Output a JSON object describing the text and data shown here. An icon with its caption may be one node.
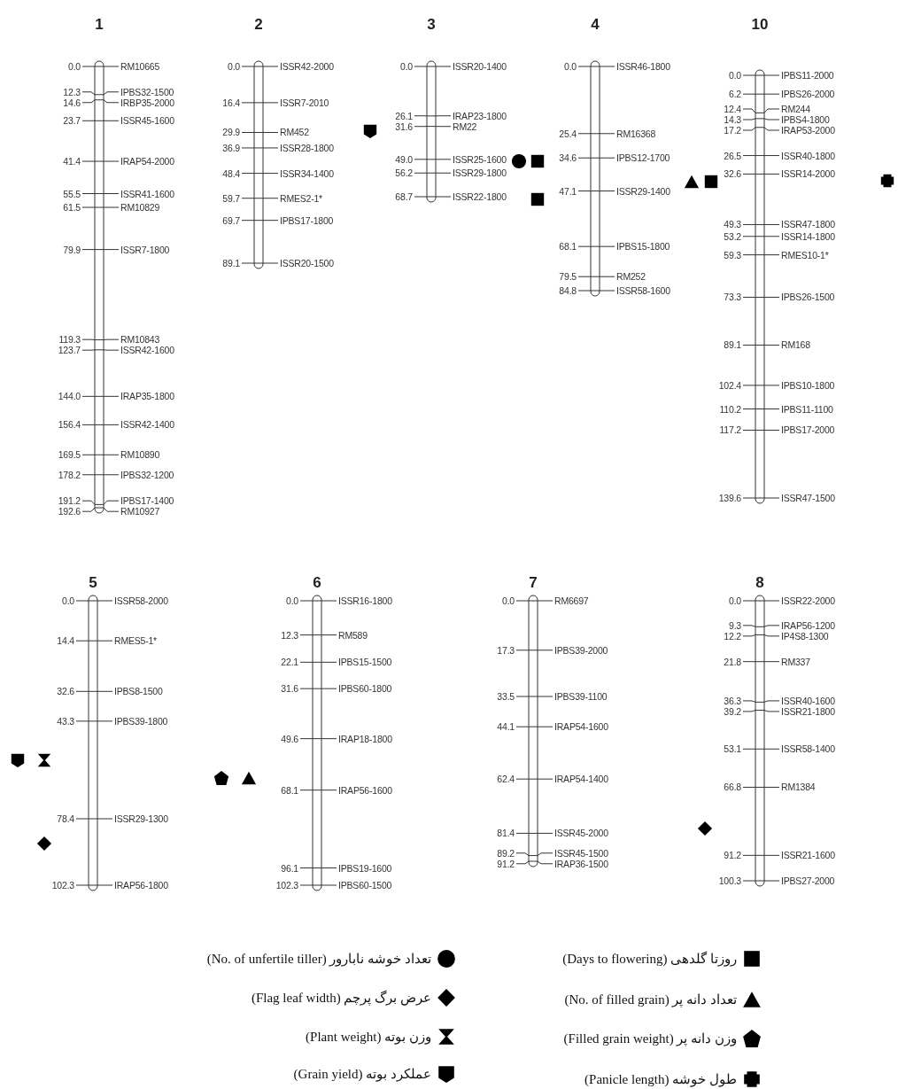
{
  "diagram": {
    "nodes": [
      {
        "text": [
          "1"
        ],
        "beside": [
          "0.0",
          "RM10665",
          "12.3",
          "IPBS32-1500",
          "14.6",
          "IRBP35-2000",
          "23.7",
          "ISSR45-1600",
          "41.4",
          "IRAP54-2000",
          "55.5",
          "ISSR41-1600",
          "61.5",
          "RM10829",
          "79.9",
          "ISSR7-1800",
          "119.3",
          "RM10843",
          "123.7",
          "ISSR42-1600",
          "144.0",
          "IRAP35-1800",
          "156.4",
          "ISSR42-1400",
          "169.5",
          "RM10890",
          "178.2",
          "IPBS32-1200",
          "191.2",
          "IPBS17-1400",
          "192.6",
          "RM10927"
        ]
      },
      {
        "text": [
          "2"
        ],
        "beside": [
          "0.0",
          "ISSR42-2000",
          "16.4",
          "ISSR7-2010",
          "29.9",
          "RM452",
          "36.9",
          "ISSR28-1800",
          "48.4",
          "ISSR34-1400",
          "59.7",
          "RMES2-1*",
          "69.7",
          "IPBS17-1800",
          "89.1",
          "ISSR20-1500"
        ]
      },
      {
        "text": [
          "3"
        ],
        "beside": [
          "0.0",
          "ISSR20-1400",
          "26.1",
          "IRAP23-1800",
          "31.6",
          "RM22",
          "49.0",
          "ISSR25-1600",
          "56.2",
          "ISSR29-1800",
          "68.7",
          "ISSR22-1800"
        ]
      },
      {
        "text": [
          "4"
        ],
        "beside": [
          "0.0",
          "ISSR46-1800",
          "25.4",
          "RM16368",
          "34.6",
          "IPBS12-1700",
          "47.1",
          "ISSR29-1400",
          "68.1",
          "IPBS15-1800",
          "79.5",
          "RM252",
          "84.8",
          "ISSR58-1600"
        ]
      },
      {
        "text": [
          "10"
        ],
        "beside": [
          "0.0",
          "IPBS11-2000",
          "6.2",
          "IPBS26-2000",
          "12.4",
          "RM244",
          "14.3",
          "IPBS4-1800",
          "17.2",
          "IRAP53-2000",
          "26.5",
          "ISSR40-1800",
          "32.6",
          "ISSR14-2000",
          "49.3",
          "ISSR47-1800",
          "53.2",
          "ISSR14-1800",
          "59.3",
          "RMES10-1*",
          "73.3",
          "IPBS26-1500",
          "89.1",
          "RM168",
          "102.4",
          "IPBS10-1800",
          "110.2",
          "IPBS11-1100",
          "117.2",
          "IPBS17-2000",
          "139.6",
          "ISSR47-1500"
        ]
      },
      {
        "text": [
          "5"
        ],
        "beside": [
          "0.0",
          "ISSR58-2000",
          "14.4",
          "RMES5-1*",
          "32.6",
          "IPBS8-1500",
          "43.3",
          "IPBS39-1800",
          "78.4",
          "ISSR29-1300",
          "102.3",
          "IRAP56-1800"
        ]
      },
      {
        "text": [
          "6"
        ],
        "beside": [
          "0.0",
          "ISSR16-1800",
          "12.3",
          "RM589",
          "22.1",
          "IPBS15-1500",
          "31.6",
          "IPBS60-1800",
          "49.6",
          "IRAP18-1800",
          "68.1",
          "IRAP56-1600",
          "96.1",
          "IPBS19-1600",
          "102.3",
          "IPBS60-1500"
        ]
      },
      {
        "text": [
          "7"
        ],
        "beside": [
          "0.0",
          "RM6697",
          "17.3",
          "IPBS39-2000",
          "33.5",
          "IPBS39-1100",
          "44.1",
          "IRAP54-1600",
          "62.4",
          "IRAP54-1400",
          "81.4",
          "ISSR45-2000",
          "89.2",
          "ISSR45-1500",
          "91.2",
          "IRAP36-1500"
        ]
      },
      {
        "text": [
          "8"
        ],
        "beside": [
          "0.0",
          "ISSR22-2000",
          "9.3",
          "IRAP56-1200",
          "12.2",
          "IP4S8-1300",
          "21.8",
          "RM337",
          "36.3",
          "ISSR40-1600",
          "39.2",
          "ISSR21-1800",
          "53.1",
          "ISSR58-1400",
          "66.8",
          "RM1384",
          "91.2",
          "ISSR21-1600",
          "100.3",
          "IPBS27-2000"
        ]
      }
    ],
    "legend": [
      {
        "text": "روزتا گلدهی (Days to flowering)"
      },
      {
        "text": "تعداد دانه پر (No. of filled grain)"
      },
      {
        "text": "وزن دانه پر (Filled grain weight)"
      },
      {
        "text": "طول خوشه (Panicle length)"
      },
      {
        "text": "تعداد خوشه نابارور (No. of unfertile tiller)"
      },
      {
        "text": "عرض برگ پرچم (Flag leaf width)"
      },
      {
        "text": "وزن بوته (Plant weight)"
      },
      {
        "text": "عملکرد بوته (Grain yield)"
      }
    ]
  }
}
